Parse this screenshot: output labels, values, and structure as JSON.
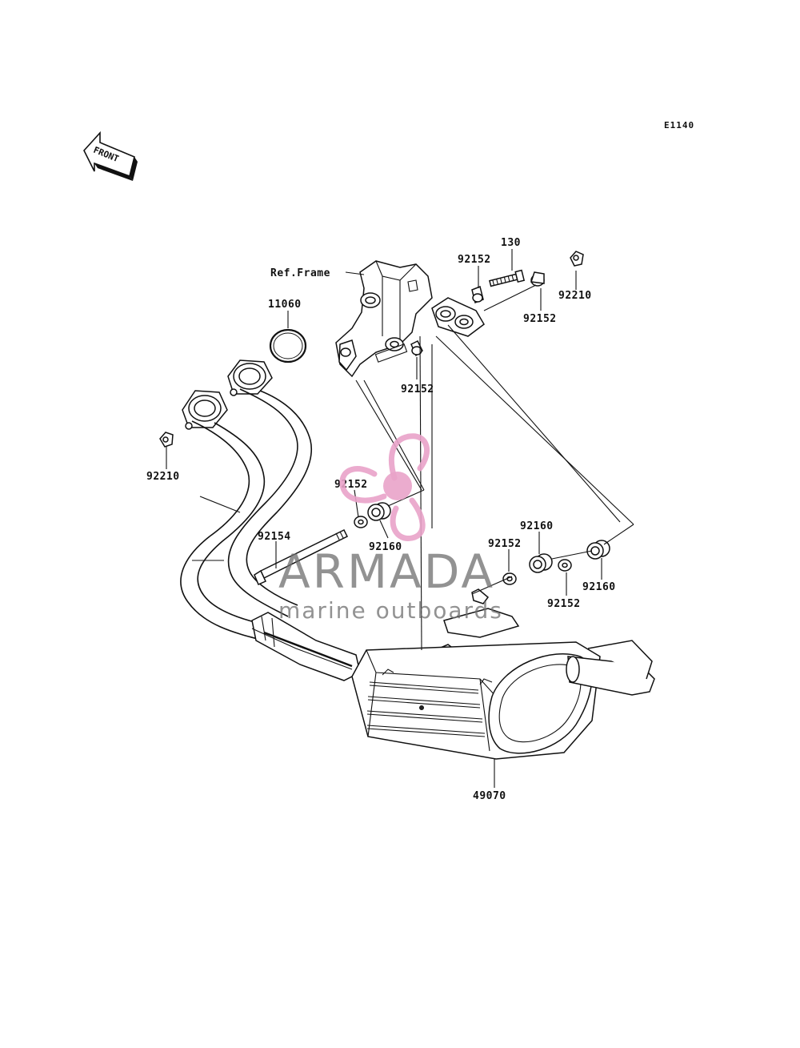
{
  "diagram_code": "E1140",
  "front_label": "FRONT",
  "ref_frame_label": "Ref.Frame",
  "part_labels": {
    "p130": "130",
    "p92152_a": "92152",
    "p92152_b": "92152",
    "p92152_c": "92152",
    "p92152_d": "92152",
    "p92152_e": "92152",
    "p92152_f": "92152",
    "p92210_a": "92210",
    "p92210_b": "92210",
    "p11060": "11060",
    "p92154": "92154",
    "p92160_a": "92160",
    "p92160_b": "92160",
    "p92160_c": "92160",
    "p49070": "49070"
  },
  "watermark": {
    "brand": "ARMADA",
    "tagline": "marine outboards",
    "accent_color": "#e9a3c9",
    "text_color": "#6e6e6e"
  }
}
